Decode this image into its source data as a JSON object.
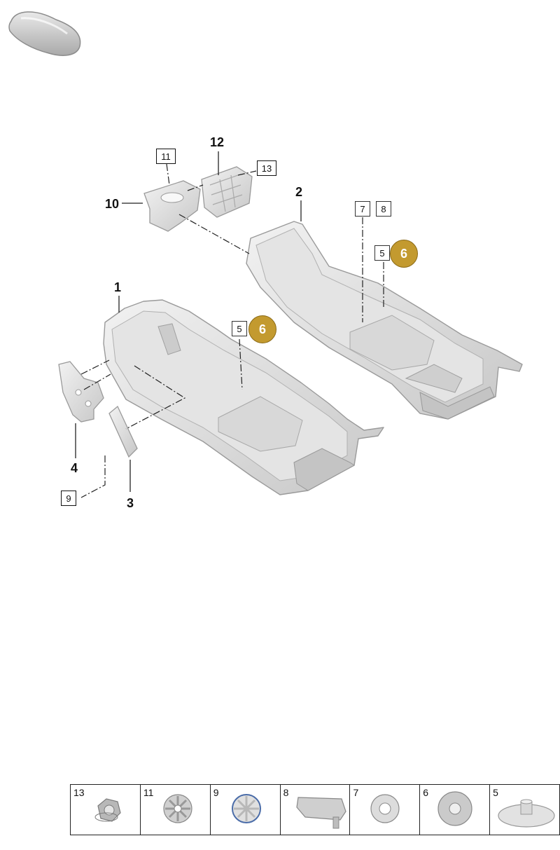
{
  "callouts": {
    "c1": "1",
    "c2": "2",
    "c3": "3",
    "c4": "4",
    "c5a": "5",
    "c5b": "5",
    "c6a": "6",
    "c6b": "6",
    "c7": "7",
    "c8": "8",
    "c9": "9",
    "c10": "10",
    "c11": "11",
    "c12": "12",
    "c13": "13"
  },
  "parts_strip": [
    "13",
    "11",
    "9",
    "8",
    "7",
    "6",
    "5"
  ],
  "colors": {
    "badge": "#c39a2f",
    "part_fill": "#d9d9d9",
    "part_stroke": "#9a9a9a",
    "line": "#222222"
  },
  "icons": [
    "car-silhouette-icon",
    "floor-insulation-front-icon",
    "floor-insulation-rear-icon",
    "bracket-icon",
    "wedge-pad-icon",
    "clip-icon",
    "nut-icon",
    "push-nut-icon",
    "plug-icon",
    "washer-icon"
  ]
}
